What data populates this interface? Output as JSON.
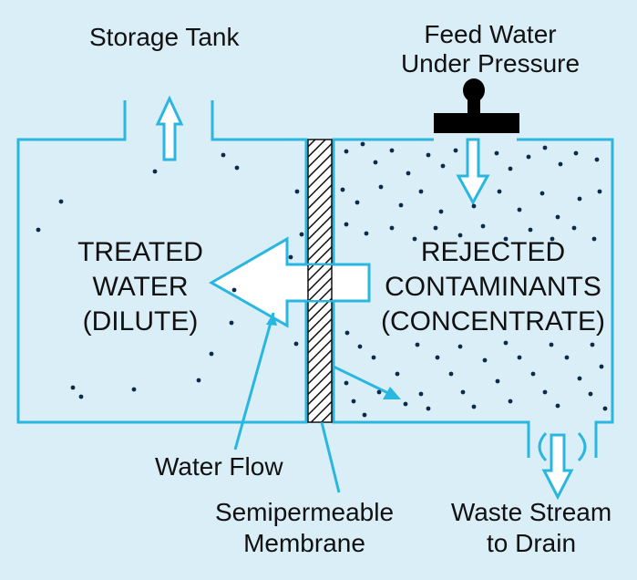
{
  "diagram": {
    "title_storage": "Storage Tank",
    "feed_line1": "Feed Water",
    "feed_line2": "Under Pressure",
    "treated": [
      "TREATED",
      "WATER",
      "(DILUTE)"
    ],
    "rejected": [
      "REJECTED",
      "CONTAMINANTS",
      "(CONCENTRATE)"
    ],
    "water_flow": "Water Flow",
    "membrane_line1": "Semipermeable",
    "membrane_line2": "Membrane",
    "waste_line1": "Waste Stream",
    "waste_line2": "to Drain"
  },
  "colors": {
    "background": "#daeef8",
    "outline": "#29b6e0",
    "dots": "#0d2a4a",
    "text": "#111111",
    "valve": "#000000"
  },
  "icons": {
    "valve": "valve-handle-icon",
    "membrane": "hatched-membrane",
    "flow_arrows": "outline-arrow-icon"
  }
}
